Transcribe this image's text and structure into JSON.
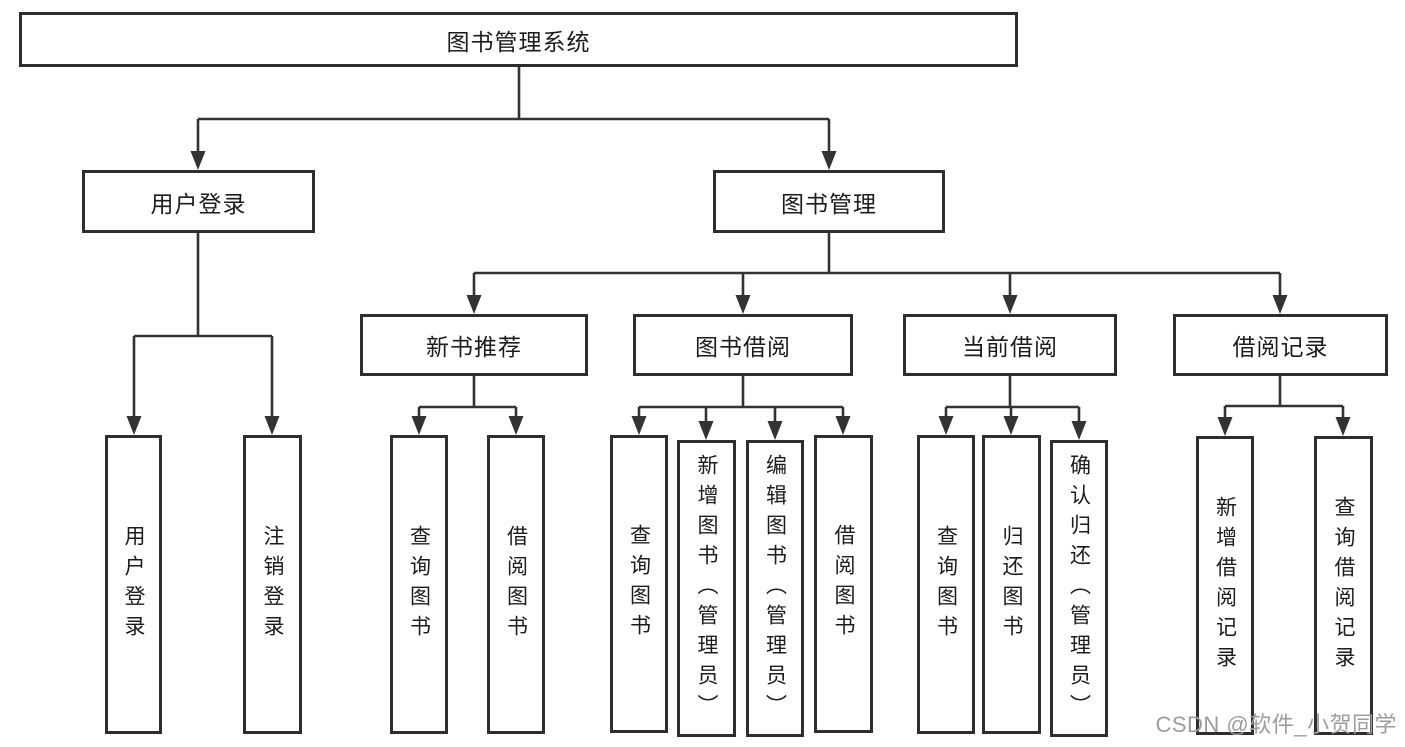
{
  "tree": {
    "root": {
      "label": "图书管理系统"
    },
    "level2": [
      {
        "label": "用户登录"
      },
      {
        "label": "图书管理"
      }
    ],
    "level3": [
      {
        "label": "新书推荐"
      },
      {
        "label": "图书借阅"
      },
      {
        "label": "当前借阅"
      },
      {
        "label": "借阅记录"
      }
    ],
    "leaves": {
      "login": [
        "用户登录",
        "注销登录"
      ],
      "recommend": [
        "查询图书",
        "借阅图书"
      ],
      "borrow": [
        "查询图书",
        "新增图书（管理员）",
        "编辑图书（管理员）",
        "借阅图书"
      ],
      "current": [
        "查询图书",
        "归还图书",
        "确认归还（管理员）"
      ],
      "records": [
        "新增借阅记录",
        "查询借阅记录"
      ]
    }
  },
  "watermark": {
    "text": "CSDN @软件_小贺同学"
  },
  "colors": {
    "line": "#333333",
    "box_border": "#2e2e2e",
    "text": "#1c1c1e",
    "watermark": "#9b9ca3",
    "background": "#ffffff"
  }
}
